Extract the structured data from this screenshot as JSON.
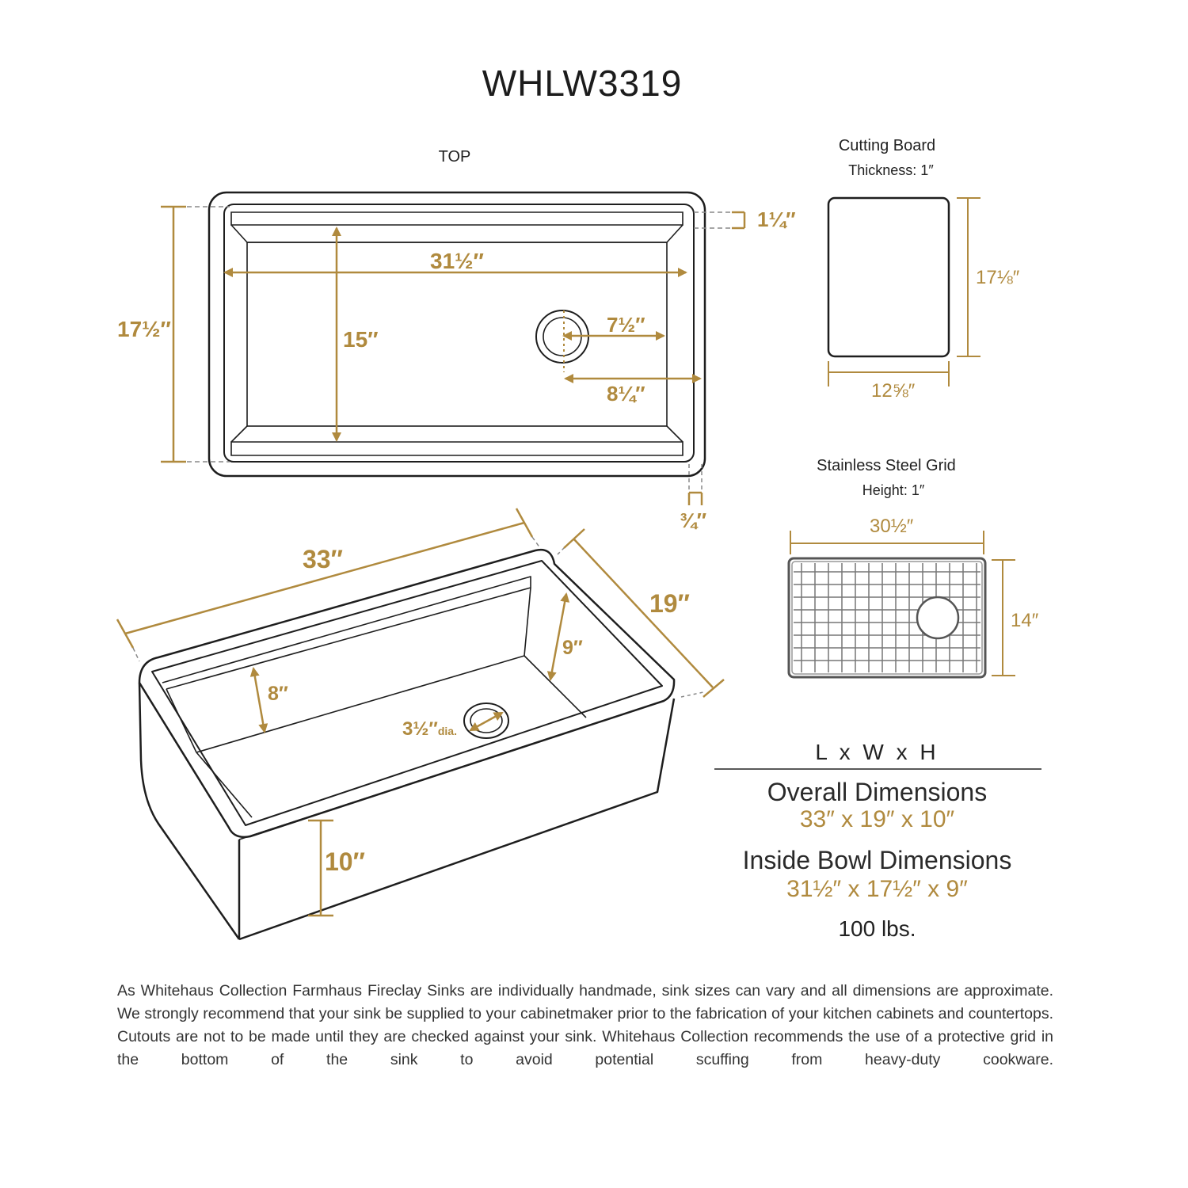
{
  "title": "WHLW3319",
  "top_view": {
    "label": "TOP",
    "dims": {
      "overall_width": "17½″",
      "bowl_length": "31½″",
      "bowl_width": "15″",
      "rim": "1¼″",
      "drain_offset": "7½″",
      "drain_from_edge": "8¼″",
      "front_lip": "¾″"
    }
  },
  "cutting_board": {
    "label": "Cutting Board",
    "sublabel": "Thickness: 1″",
    "width": "12⅝″",
    "length": "17⅛″"
  },
  "grid": {
    "label": "Stainless Steel Grid",
    "sublabel": "Height: 1″",
    "width": "30½″",
    "depth": "14″"
  },
  "iso_view": {
    "length": "33″",
    "width": "19″",
    "bowl_depth": "9″",
    "ledge_depth": "8″",
    "drain": "3½″",
    "drain_unit": "dia.",
    "apron_height": "10″"
  },
  "specs": {
    "header": "L x W x H",
    "overall_label": "Overall Dimensions",
    "overall_value": "33″ x 19″ x 10″",
    "inside_label": "Inside Bowl Dimensions",
    "inside_value": "31½″ x 17½″ x 9″",
    "weight": "100 lbs."
  },
  "disclaimer": "As Whitehaus Collection Farmhaus Fireclay Sinks are individually handmade, sink sizes can vary and all dimensions are approximate. We strongly recommend that your sink be supplied to your cabinetmaker prior to the fabrication of your kitchen cabinets and countertops. Cutouts are not to be made until they are checked against your sink. Whitehaus Collection recommends the use of a protective grid in the bottom of the sink to avoid potential scuffing from heavy-duty cookware.",
  "colors": {
    "accent": "#b08a3e",
    "line": "#1e1e1e"
  }
}
